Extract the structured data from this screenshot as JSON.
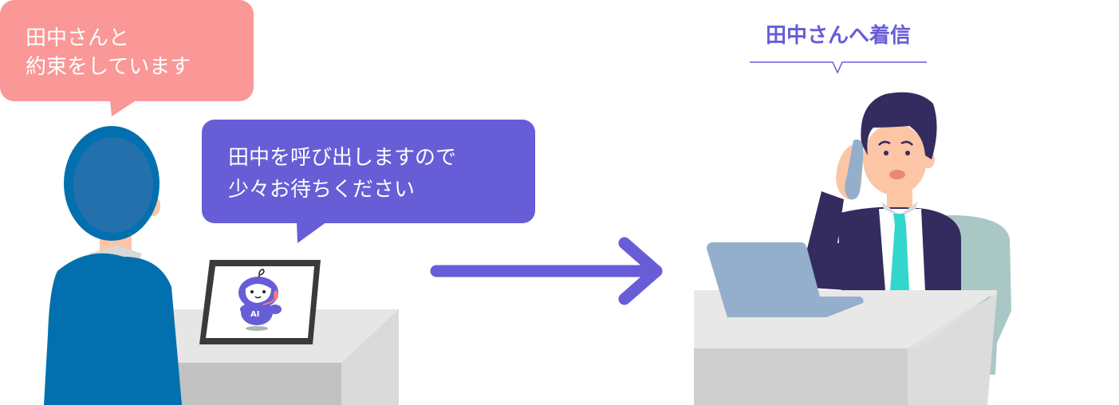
{
  "customer_bubble": {
    "text": "田中さんと\n約束をしています",
    "color": "#F99897"
  },
  "ai_bubble": {
    "text": "田中を呼び出しますので\n少々お待ちください",
    "color": "#675DD6"
  },
  "incoming_caption": {
    "text": "田中さんへ着信",
    "color": "#675DD6"
  },
  "tablet": {
    "robot_badge": "AI"
  },
  "colors": {
    "accent": "#675DD6",
    "customer_shirt": "#0270AE",
    "customer_hair": "#2470AD",
    "suit": "#342C5E",
    "tie": "#33D6CC",
    "laptop": "#93AFCB",
    "chair": "#A9C7C5",
    "desk_top": "#E8E8E8",
    "desk_front": "#C2C2C2",
    "skin": "#FCC5A6"
  }
}
